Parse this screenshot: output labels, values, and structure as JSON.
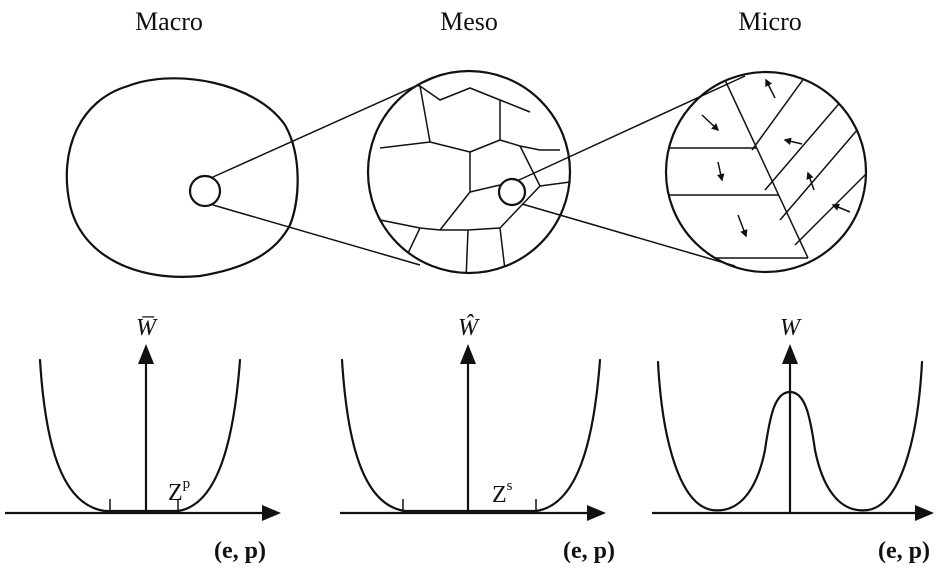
{
  "scales": {
    "macro": {
      "title": "Macro",
      "energy_label": "W̅",
      "state_label": "Z",
      "state_superscript": "p",
      "axis_label": "(e, p)"
    },
    "meso": {
      "title": "Meso",
      "energy_label": "Ŵ",
      "state_label": "Z",
      "state_superscript": "s",
      "axis_label": "(e, p)"
    },
    "micro": {
      "title": "Micro",
      "energy_label": "W",
      "axis_label": "(e, p)"
    }
  }
}
